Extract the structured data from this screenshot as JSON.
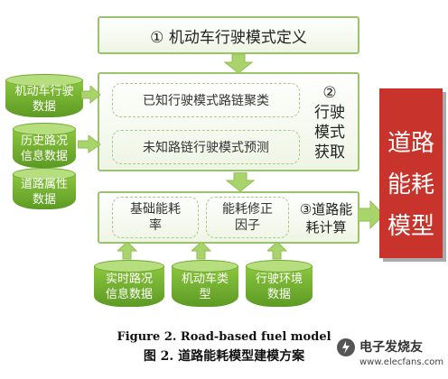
{
  "step1": "① 机动车行驶模式定义",
  "step2": {
    "cluster": "已知行驶模式路链聚类",
    "predict": "未知路链行驶模式预测",
    "label": "②\n行驶\n模式\n获取"
  },
  "step3": {
    "base": "基础能耗\n率",
    "correct": "能耗修正\n因子",
    "label": "③道路能\n耗计算"
  },
  "inputs_left": {
    "vehicle": "机动车行驶\n数据",
    "history": "历史路况\n信息数据",
    "road_attr": "道路属性\n数据"
  },
  "inputs_bottom": {
    "realtime": "实时路况\n信息数据",
    "vehicle_type": "机动车类\n型",
    "env": "行驶环境\n数据"
  },
  "output": "道路\n能耗\n模型",
  "caption": {
    "en": "Figure 2. Road-based fuel model",
    "cn": "图 2.  道路能耗模型建模方案"
  },
  "watermark": "电子发烧友",
  "watermark_url": "www.elecfans.com",
  "colors": {
    "green": "#8cc63f",
    "red": "#c8342b",
    "arrow": "#a9d36b"
  }
}
